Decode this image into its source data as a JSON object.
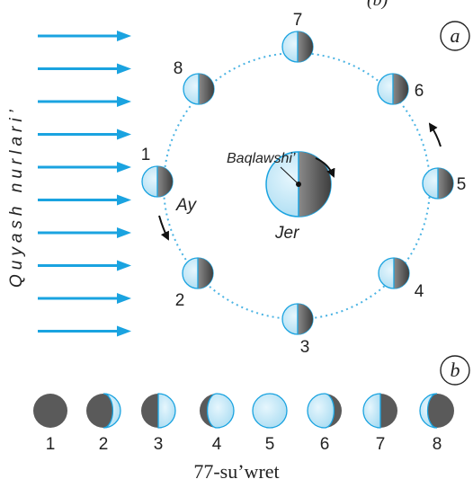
{
  "header_partial": "(b)",
  "panel_a_label": "a",
  "panel_b_label": "b",
  "sunlight_label": "Quyash nurlari’",
  "earth_label": "Jer",
  "pole_label": "Baqlawshi’",
  "moon_label": "Ay",
  "caption": "77-su’wret",
  "orbit_positions": [
    "1",
    "2",
    "3",
    "4",
    "5",
    "6",
    "7",
    "8"
  ],
  "phase_labels": [
    "1",
    "2",
    "3",
    "4",
    "5",
    "6",
    "7",
    "8"
  ],
  "colors": {
    "sun_rays": "#1aa3e0",
    "lit": "#bfe6f7",
    "lit_edge": "#1aa3e0",
    "dark": "#555555",
    "orbit": "#4ab3e3"
  }
}
